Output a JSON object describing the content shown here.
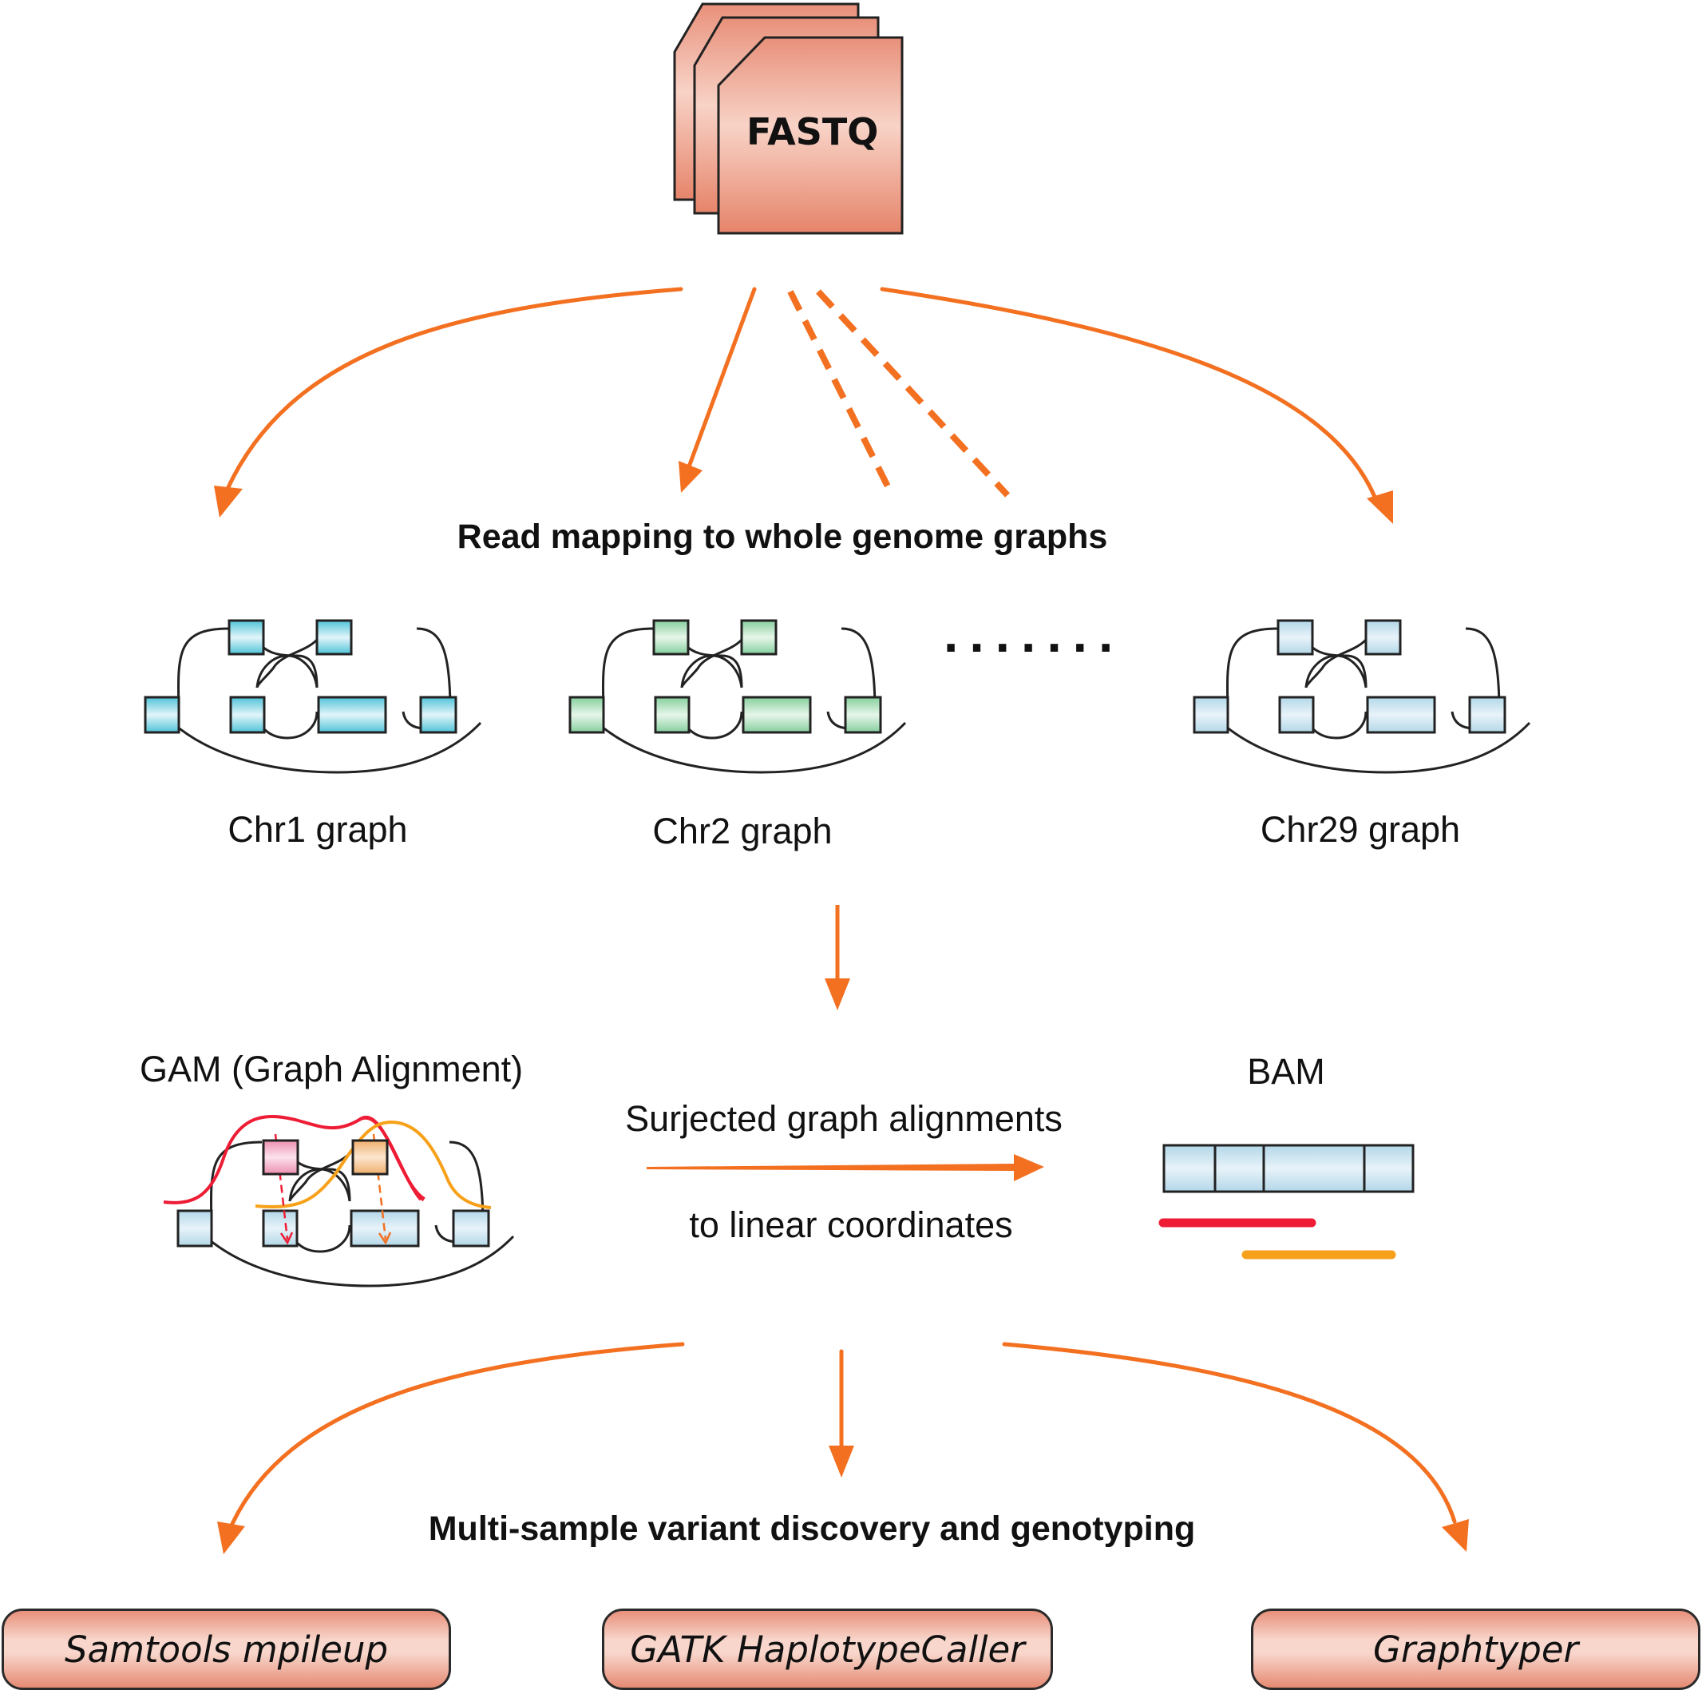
{
  "input": {
    "file_label": "FASTQ"
  },
  "mapping": {
    "heading": "Read mapping to whole genome graphs",
    "graphs": [
      {
        "label": "Chr1 graph",
        "color": "#5fc9dc"
      },
      {
        "label": "Chr2 graph",
        "color": "#8fd3a4"
      },
      {
        "label": "Chr29 graph",
        "color": "#b7d9e8"
      }
    ],
    "ellipsis": "......."
  },
  "alignment": {
    "gam_label": "GAM (Graph Alignment)",
    "bam_label": "BAM",
    "surjection_line1": "Surjected graph alignments",
    "surjection_line2": "to linear coordinates",
    "read_colors": [
      "#ee1c35",
      "#f7a11a"
    ]
  },
  "calling": {
    "heading": "Multi-sample variant discovery and genotyping",
    "tools": [
      "Samtools mpileup",
      "GATK HaplotypeCaller",
      "Graphtyper"
    ]
  },
  "colors": {
    "arrow": "#f37021",
    "file_box": "#eea08a",
    "outline": "#222222"
  }
}
